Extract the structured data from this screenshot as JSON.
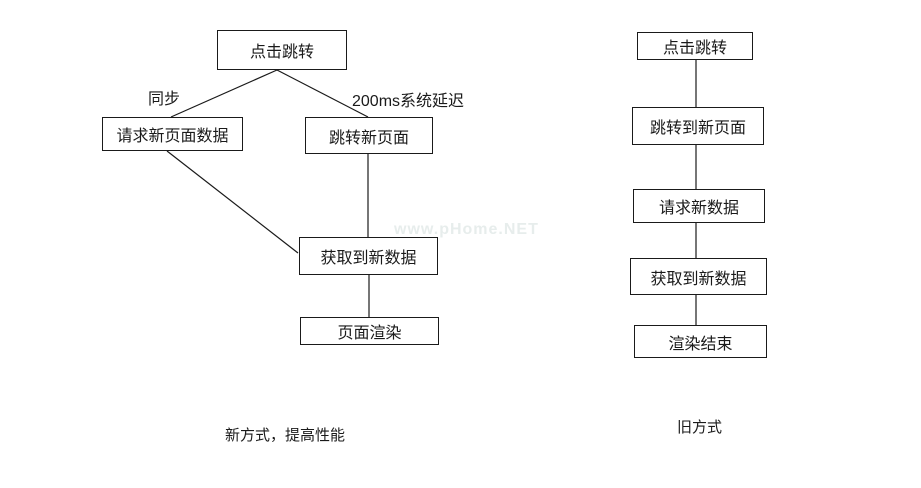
{
  "colors": {
    "background": "#ffffff",
    "stroke": "#1a1a1a",
    "text": "#1a1a1a",
    "watermark": "#e7edec"
  },
  "watermark": {
    "text": "www.pHome.NET"
  },
  "left_flow": {
    "caption": "新方式，提高性能",
    "nodes": [
      {
        "id": "click-jump",
        "label": "点击跳转"
      },
      {
        "id": "request-new-page-data",
        "label": "请求新页面数据"
      },
      {
        "id": "jump-new-page",
        "label": "跳转新页面"
      },
      {
        "id": "got-new-data",
        "label": "获取到新数据"
      },
      {
        "id": "page-render",
        "label": "页面渲染"
      }
    ],
    "edge_labels": [
      {
        "id": "sync",
        "text": "同步"
      },
      {
        "id": "delay",
        "text": "200ms系统延迟"
      }
    ]
  },
  "right_flow": {
    "caption": "旧方式",
    "nodes": [
      {
        "id": "click-jump",
        "label": "点击跳转"
      },
      {
        "id": "jump-to-new-page",
        "label": "跳转到新页面"
      },
      {
        "id": "request-new-data",
        "label": "请求新数据"
      },
      {
        "id": "got-new-data",
        "label": "获取到新数据"
      },
      {
        "id": "render-end",
        "label": "渲染结束"
      }
    ]
  }
}
